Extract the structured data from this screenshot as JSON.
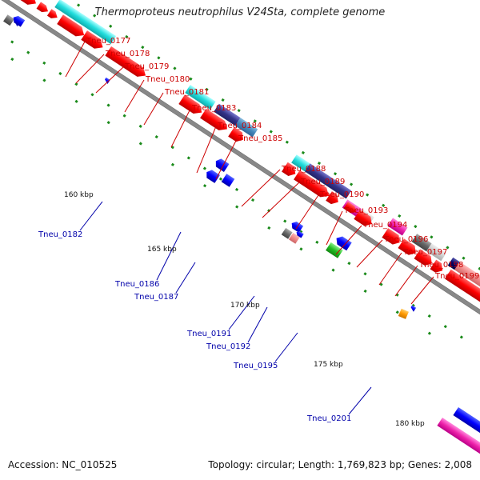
{
  "title": "Thermoproteus neutrophilus V24Sta, complete genome",
  "footer": {
    "accession": "Accession: NC_010525",
    "topology": "Topology: circular; Length: 1,769,823 bp; Genes: 2,008"
  },
  "colors": {
    "backbone": "#999999",
    "tick": "#1a8a1a",
    "gene_forward_red": "#ff0000",
    "gene_reverse_blue": "#0000ff",
    "label_red": "#cc0000",
    "label_blue": "#0000aa"
  },
  "scale_labels": [
    "160 kbp",
    "165 kbp",
    "170 kbp",
    "175 kbp",
    "180 kbp"
  ],
  "genes_top": [
    "Tneu_0177",
    "Tneu_0178",
    "Tneu_0179",
    "Tneu_0180",
    "Tneu_0181",
    "Tneu_0183",
    "Tneu_0184",
    "Tneu_0185",
    "Tneu_0188",
    "Tneu_0189",
    "Tneu_0190",
    "Tneu_0193",
    "Tneu_0194",
    "Tneu_0196",
    "Tneu_0197",
    "Tneu_0198",
    "Tneu_0199"
  ],
  "genes_bottom": [
    "Tneu_0182",
    "Tneu_0186",
    "Tneu_0187",
    "Tneu_0191",
    "Tneu_0192",
    "Tneu_0195",
    "Tneu_0201"
  ]
}
